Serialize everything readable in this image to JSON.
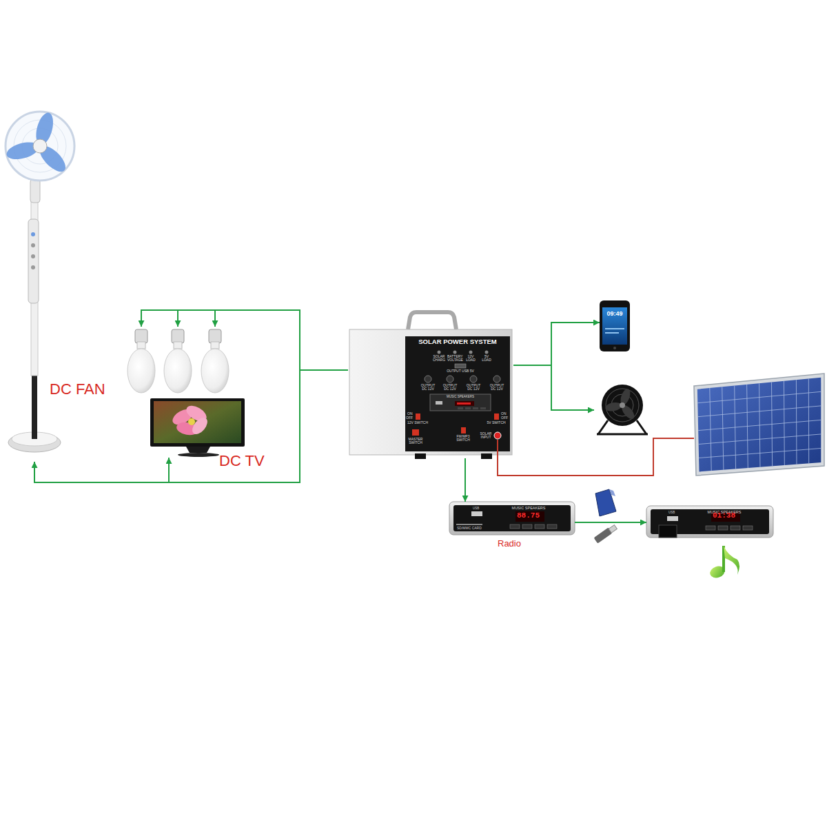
{
  "diagram": {
    "nodes": [
      {
        "text": [
          "DC FAN"
        ]
      },
      {
        "text": [
          "DC TV"
        ]
      },
      {
        "text": [
          "SOLAR POWER SYSTEM"
        ]
      },
      {
        "text": [
          "09:49"
        ]
      },
      {
        "text": [
          "MUSIC SPEAKERS",
          "88.75",
          "Radio"
        ]
      },
      {
        "text": [
          "MUSIC SPEAKERS",
          "01:38"
        ]
      }
    ],
    "edges": [
      {
        "from": 2,
        "to": 0,
        "arrow": "to"
      },
      {
        "from": 2,
        "to": 1,
        "arrow": "to"
      },
      {
        "from": 2,
        "to": 3,
        "arrow": "to"
      },
      {
        "from": 2,
        "to": 4,
        "arrow": "to"
      },
      {
        "from": 4,
        "to": 5,
        "arrow": "to"
      }
    ],
    "labels": [
      "SOLAR CHARG",
      "BATTERY VOLTAGE",
      "12V LOAD",
      "5V LOAD",
      "OUTPUT USB 5V",
      "OUTPUT DC 12V",
      "OUTPUT DC 12V",
      "OUTPUT DC 12V",
      "OUTPUT DC 12V",
      "ON",
      "OFF",
      "12V SWITCH",
      "MASTER SWITCH",
      "FM/MP3 SWITCH",
      "ON",
      "OFF",
      "5V SWITCH",
      "SOLAR INPUT",
      "MUSIC SPEAKERS",
      "SD/MMC CARD",
      "USB",
      "USB"
    ]
  }
}
